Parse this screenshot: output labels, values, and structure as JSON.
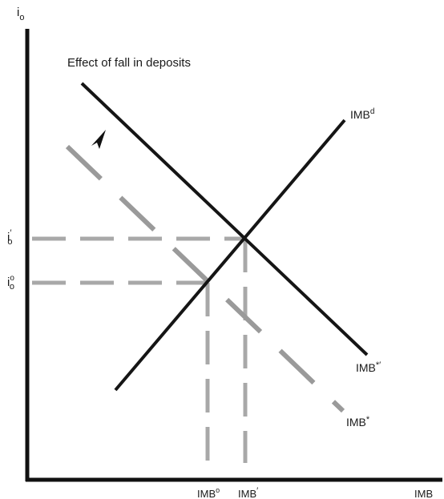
{
  "title": "Effect of fall in deposits",
  "axes": {
    "y_label": {
      "main": "i",
      "sub": "o"
    },
    "x_label": "IMB"
  },
  "y_ticks": [
    {
      "main": "i",
      "sub": "o",
      "mark": "′"
    },
    {
      "main": "i",
      "sub": "o",
      "mark": "o"
    }
  ],
  "x_ticks": [
    {
      "main": "IMB",
      "mark": "o"
    },
    {
      "main": "IMB",
      "mark": "′"
    }
  ],
  "curves": {
    "demand": {
      "main": "IMB",
      "mark": "d"
    },
    "supply_new": {
      "main": "IMB",
      "mark": "*′"
    },
    "supply_old": {
      "main": "IMB",
      "mark": "*"
    }
  }
}
